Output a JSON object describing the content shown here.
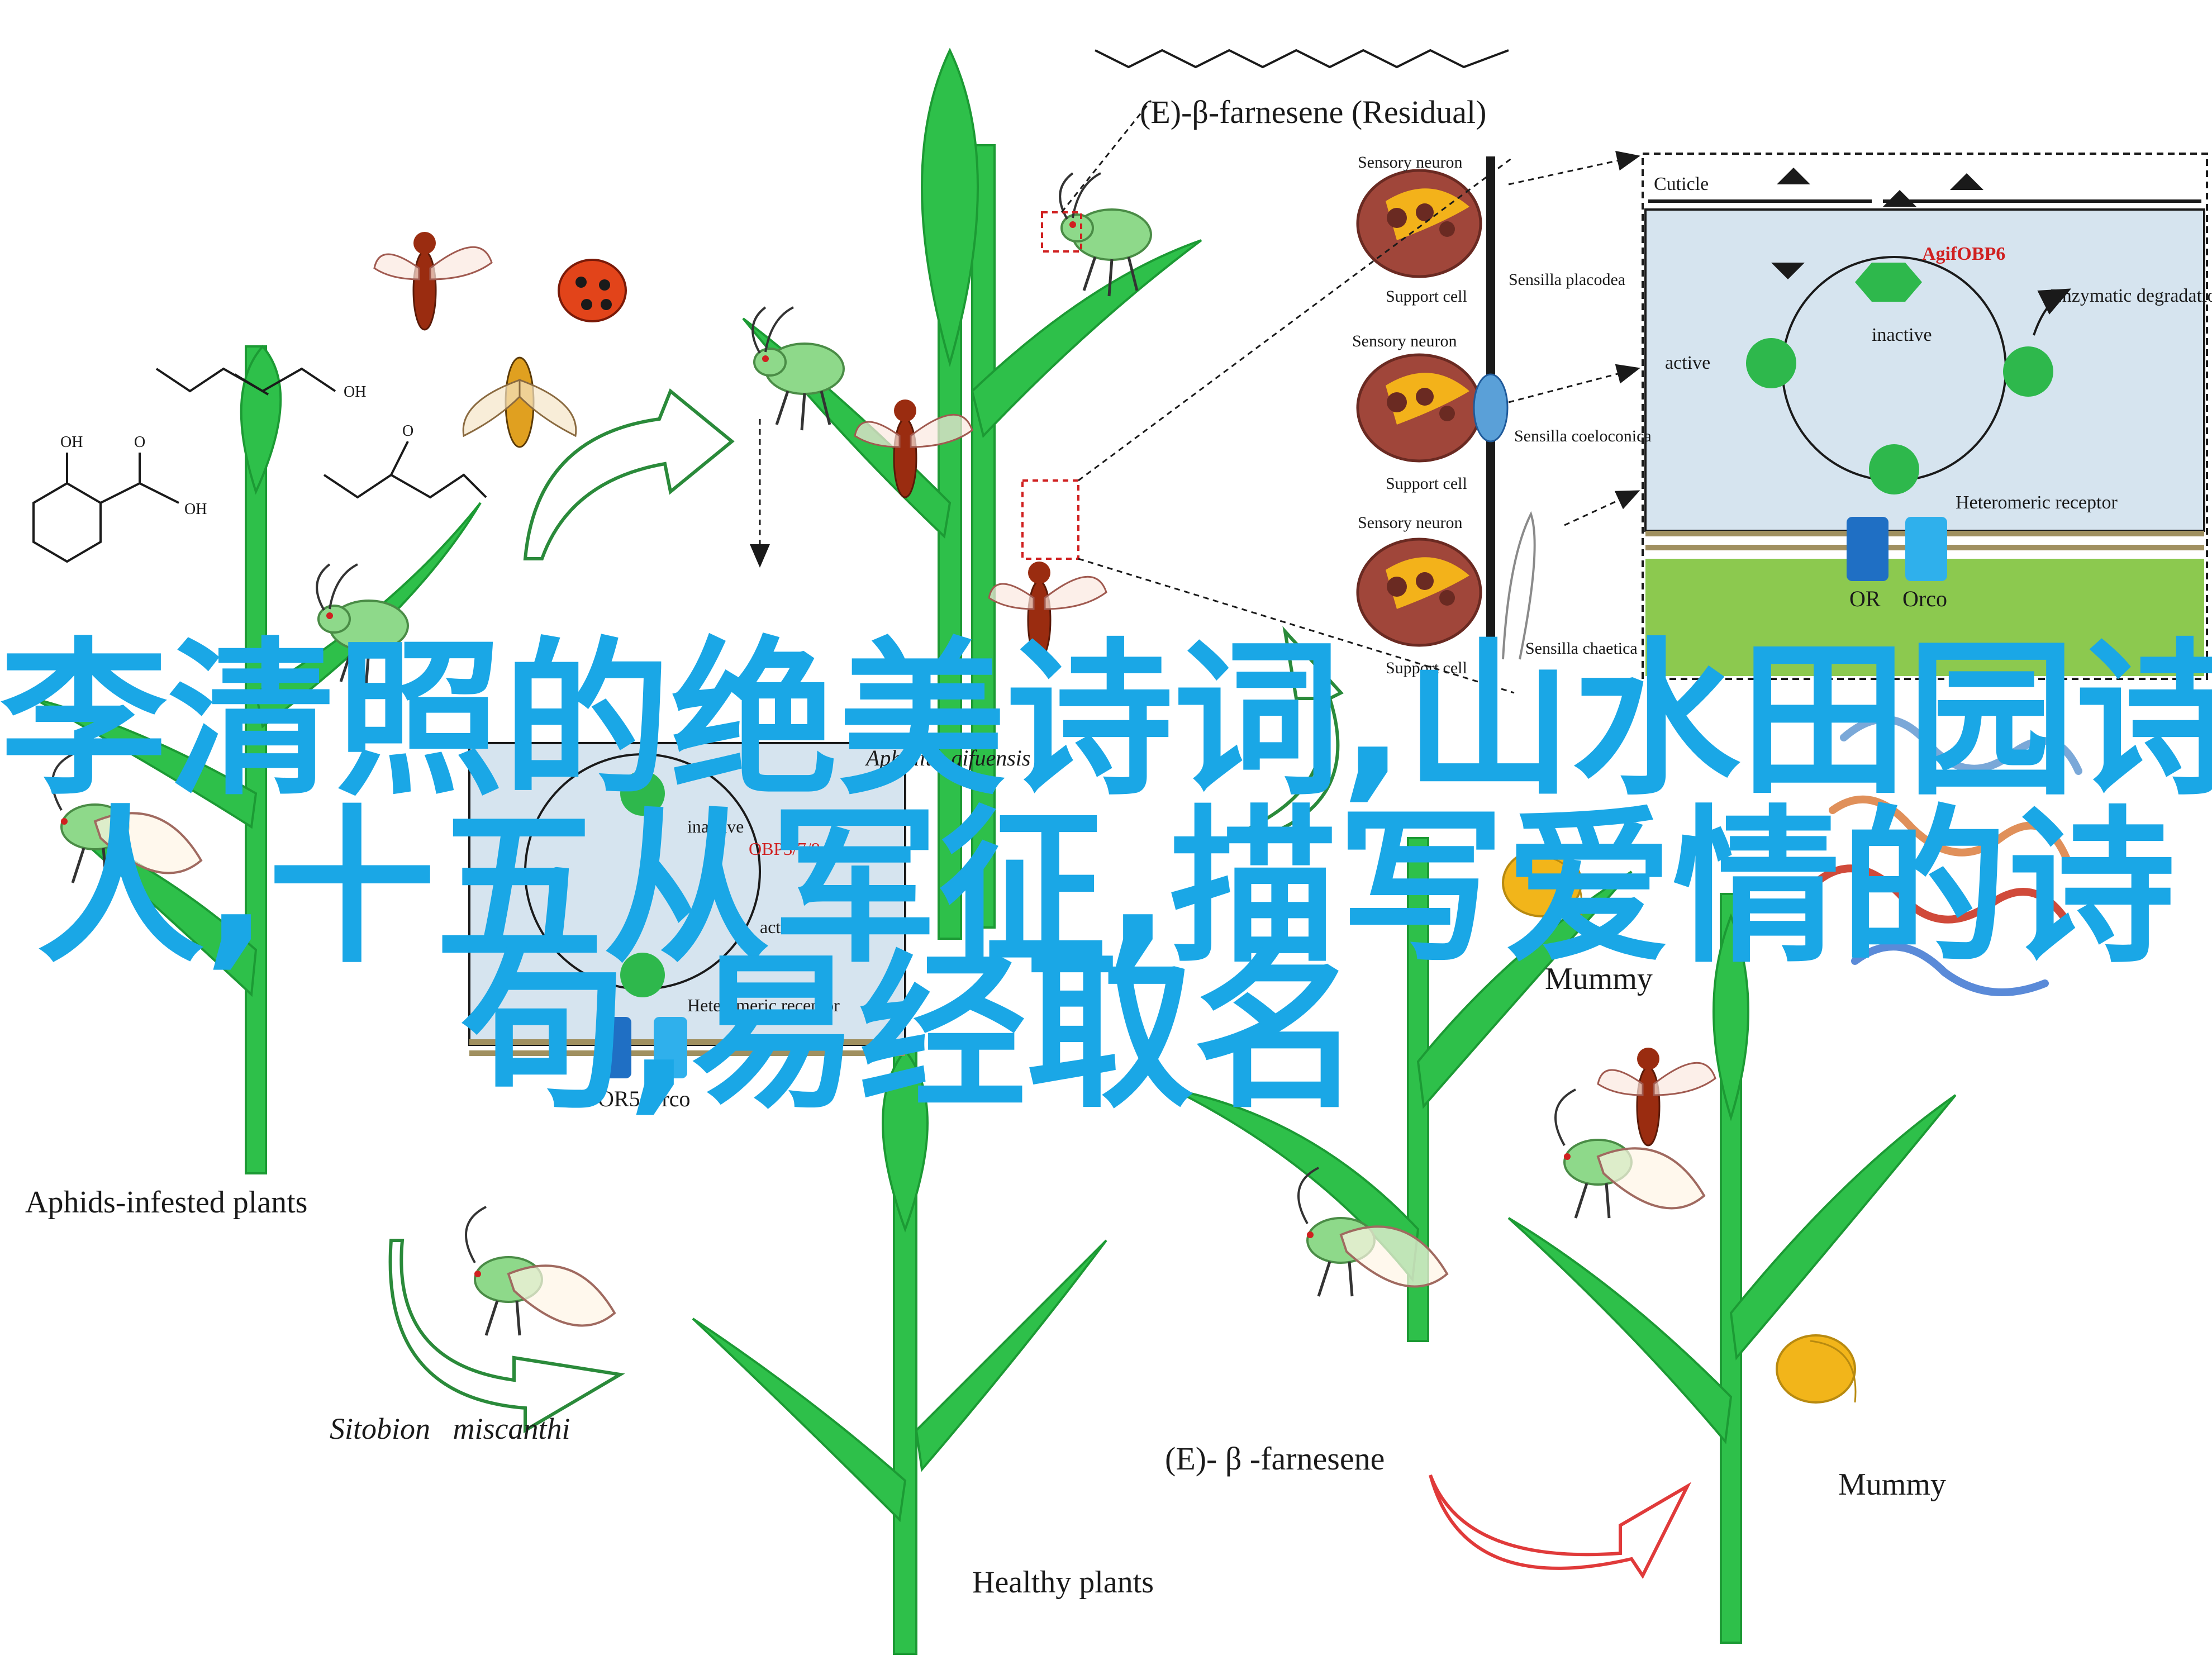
{
  "overlay": {
    "line1": "李清照的绝美诗词,山水田园诗",
    "line2": "人,十五从军征,描写爱情的诗",
    "line3": "句,易经取名"
  },
  "labels": {
    "farnesene_residual": "(E)-β-farnesene (Residual)",
    "aphids_infested": "Aphids-infested plants",
    "sitobion": "Sitobion   miscanthi",
    "farnesene_bottom": "(E)- β -farnesene",
    "healthy_plants": "Healthy plants",
    "mummy_mid": "Mummy",
    "mummy_bottom": "Mummy",
    "aphidius": "Aphidius gifuensis",
    "or5_orco": "OR5 Orco",
    "receptor_small": "Heteromeric receptor",
    "active_small": "active",
    "inactive_small": "inactive",
    "obp_small": "OBP3/7/9"
  },
  "sensory_panels": [
    {
      "neuron": "Sensory neuron",
      "support": "Support cell",
      "sensilla": "Sensilla placodea"
    },
    {
      "neuron": "Sensory neuron",
      "support": "Support cell",
      "sensilla": "Sensilla coeloconica"
    },
    {
      "neuron": "Sensory neuron",
      "support": "Support cell",
      "sensilla": "Sensilla chaetica"
    }
  ],
  "cuticle_panel": {
    "cuticle": "Cuticle",
    "obp": "AgifOBP6",
    "inactive": "inactive",
    "active": "active",
    "enzymatic": "Enzymatic degradation",
    "receptor": "Heteromeric receptor",
    "or": "OR",
    "orco": "Orco"
  },
  "colors": {
    "leaf": "#2ec04a",
    "leaf_dark": "#1c9a34",
    "overlay_text": "#1aa7e6",
    "panel_bg": "#d6e4ef",
    "ground": "#8cc94f",
    "obp": "#2eb84c",
    "or_blue": "#1f6fc4",
    "orco_blue": "#2fb0ec",
    "arrow_red": "#e03a3a",
    "arrow_green": "#2a8a3a",
    "neuron_brown": "#a0463a",
    "neuron_yellow": "#f3b21a"
  }
}
